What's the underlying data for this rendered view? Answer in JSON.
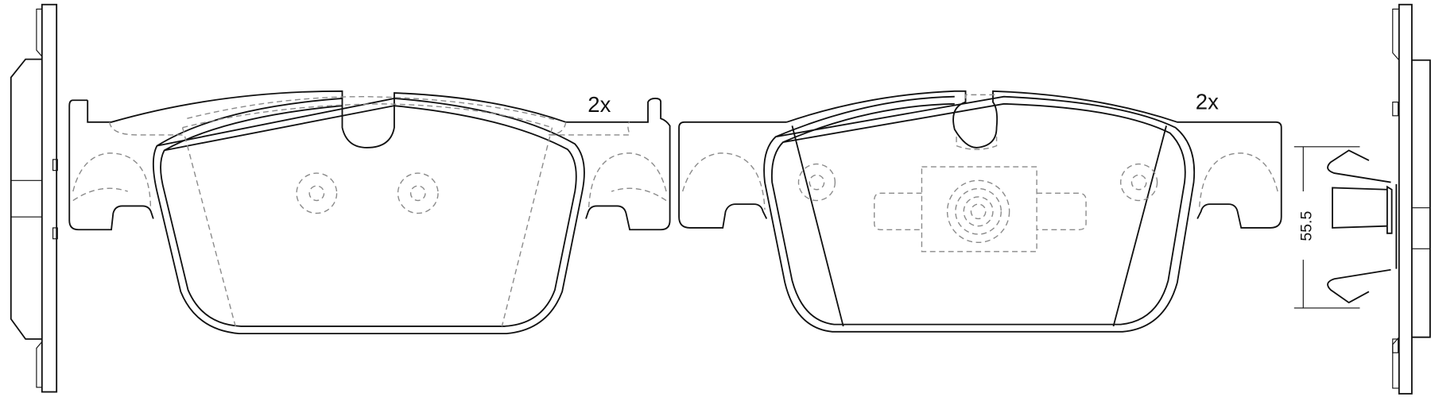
{
  "drawing": {
    "pad_inner_quantity": "2x",
    "pad_outer_quantity": "2x",
    "clip_dimension": "55.5"
  }
}
